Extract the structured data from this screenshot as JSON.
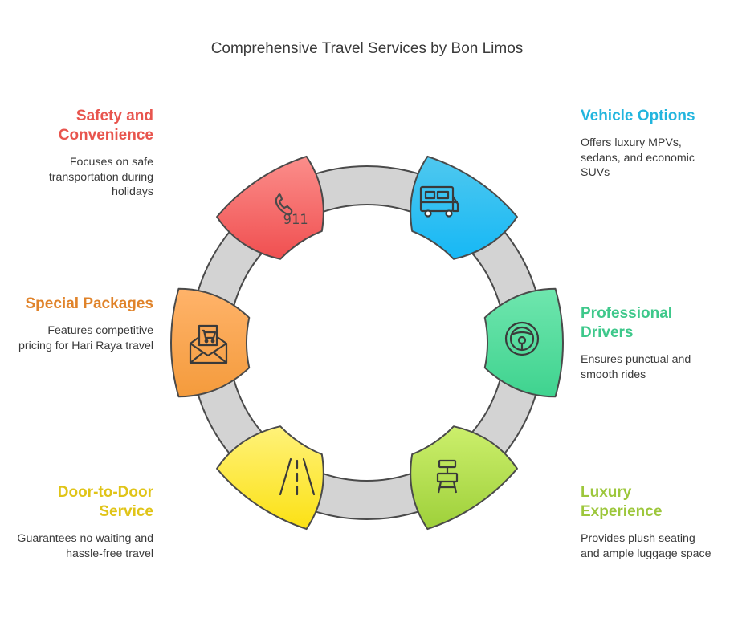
{
  "title": "Comprehensive Travel Services by Bon Limos",
  "items": [
    {
      "title": "Safety and Convenience",
      "description": "Focuses on safe transportation during holidays",
      "color": "#e8554e",
      "icon": "phone-911-icon",
      "icon_text": "911"
    },
    {
      "title": "Vehicle Options",
      "description": "Offers luxury MPVs, sedans, and economic SUVs",
      "color": "#22b5de",
      "icon": "camper-van-icon"
    },
    {
      "title": "Professional Drivers",
      "description": "Ensures punctual and smooth rides",
      "color": "#3ec88b",
      "icon": "steering-wheel-icon"
    },
    {
      "title": "Luxury Experience",
      "description": "Provides plush seating and ample luggage space",
      "color": "#9dc73c",
      "icon": "chair-icon"
    },
    {
      "title": "Door-to-Door Service",
      "description": "Guarantees no waiting and hassle-free travel",
      "color": "#e0c418",
      "icon": "road-icon"
    },
    {
      "title": "Special Packages",
      "description": "Features competitive pricing for Hari Raya travel",
      "color": "#e0832a",
      "icon": "shopping-envelope-icon"
    }
  ]
}
